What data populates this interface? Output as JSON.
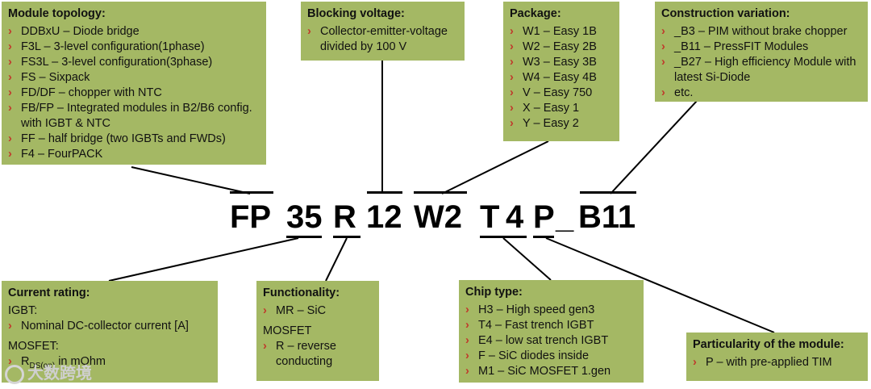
{
  "module_topology": {
    "title": "Module topology:",
    "items": [
      "DDBxU – Diode bridge",
      "F3L – 3-level configuration(1phase)",
      "FS3L – 3-level configuration(3phase)",
      "FS – Sixpack",
      "FD/DF – chopper with NTC",
      "FB/FP – Integrated modules  in B2/B6 config. with IGBT & NTC",
      "FF – half bridge (two IGBTs and FWDs)",
      "F4 – FourPACK"
    ]
  },
  "blocking_voltage": {
    "title": "Blocking voltage:",
    "items": [
      "Collector-emitter-voltage divided by 100 V"
    ]
  },
  "package": {
    "title": "Package:",
    "items": [
      "W1 – Easy 1B",
      "W2 – Easy 2B",
      "W3 – Easy 3B",
      "W4 – Easy 4B",
      "V – Easy 750",
      "X – Easy 1",
      "Y – Easy 2"
    ]
  },
  "construction_variation": {
    "title": "Construction variation:",
    "items": [
      "_B3 – PIM without brake chopper",
      "_B11 – PressFIT Modules",
      "_B27 – High  efficiency Module with latest Si-Diode",
      "etc."
    ]
  },
  "part_number": {
    "segments": [
      "FP",
      "35",
      "R",
      "12",
      "W2",
      "T",
      "4",
      "P",
      "_",
      "B11"
    ]
  },
  "current_rating": {
    "title": "Current rating:",
    "igbt_label": "IGBT:",
    "igbt_item": "Nominal DC-collector current [A]",
    "mosfet_label": "MOSFET:",
    "mosfet_item": "R",
    "mosfet_item_sub": "DS(on)",
    "mosfet_item_rest": " in mOhm"
  },
  "functionality": {
    "title": "Functionality:",
    "item1": "MR – SiC",
    "mosfet_label": "MOSFET",
    "item2": "R – reverse conducting"
  },
  "chip_type": {
    "title": "Chip type:",
    "items": [
      "H3 – High speed gen3",
      "T4 – Fast trench IGBT",
      "E4 – low sat trench IGBT",
      "F – SiC diodes inside",
      "M1 – SiC MOSFET 1.gen"
    ]
  },
  "particularity": {
    "title": "Particularity of the module:",
    "items": [
      "P – with pre-applied TIM"
    ]
  },
  "bullet": "›",
  "watermark": "大数跨境",
  "colors": {
    "box": "#a4b864",
    "bullet": "#c0392b"
  }
}
